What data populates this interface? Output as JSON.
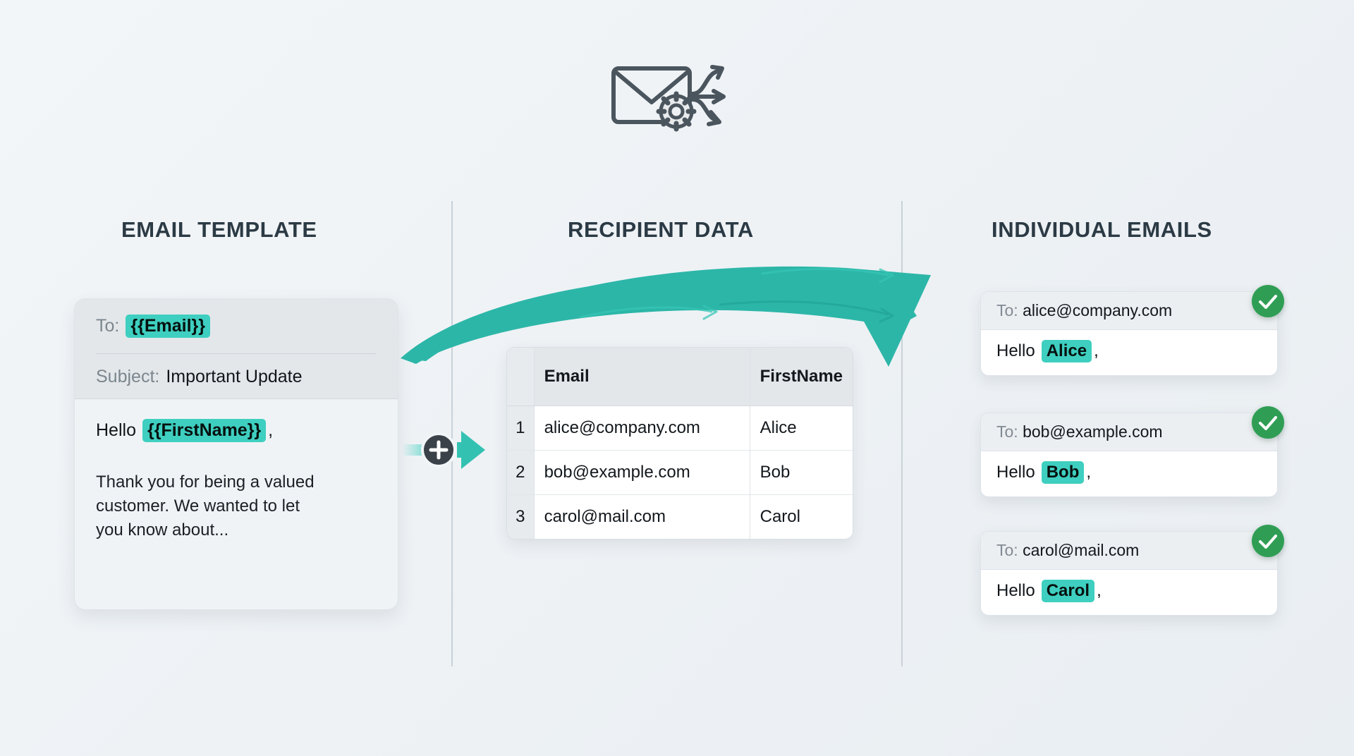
{
  "header": {
    "icon": "envelope-gear-arrows-icon"
  },
  "columns": {
    "template_title": "EMAIL TEMPLATE",
    "data_title": "RECIPIENT DATA",
    "emails_title": "INDIVIDUAL EMAILS"
  },
  "template_card": {
    "to_label": "To:",
    "to_token": "{{Email}}",
    "subject_label": "Subject:",
    "subject_value": "Important Update",
    "greeting_prefix": "Hello",
    "greeting_token": "{{FirstName}}",
    "greeting_comma": ",",
    "body_text": "Thank you for being a valued customer. We wanted to let you know about..."
  },
  "connector": {
    "symbol": "+",
    "icon": "plus-merge-icon",
    "arrow": "arrow-right-icon"
  },
  "flow_arrow": {
    "icon": "curved-arrow-right-icon"
  },
  "recipient_table": {
    "headers": [
      "",
      "Email",
      "FirstName"
    ],
    "rows": [
      {
        "index": "1",
        "email": "alice@company.com",
        "firstname": "Alice"
      },
      {
        "index": "2",
        "email": "bob@example.com",
        "firstname": "Bob"
      },
      {
        "index": "3",
        "email": "carol@mail.com",
        "firstname": "Carol"
      }
    ]
  },
  "email_cards": [
    {
      "to_label": "To:",
      "to_value": "alice@company.com",
      "greeting_prefix": "Hello",
      "greeting_name": "Alice",
      "greeting_comma": ",",
      "status_icon": "check-circle-icon"
    },
    {
      "to_label": "To:",
      "to_value": "bob@example.com",
      "greeting_prefix": "Hello",
      "greeting_name": "Bob",
      "greeting_comma": ",",
      "status_icon": "check-circle-icon"
    },
    {
      "to_label": "To:",
      "to_value": "carol@mail.com",
      "greeting_prefix": "Hello",
      "greeting_name": "Carol",
      "greeting_comma": ",",
      "status_icon": "check-circle-icon"
    }
  ],
  "colors": {
    "accent_teal": "#3ecfc0",
    "arrow_teal": "#2cb6a8",
    "success_green": "#2f9e54",
    "heading_navy": "#2b3a44",
    "background": "#eef2f5"
  }
}
